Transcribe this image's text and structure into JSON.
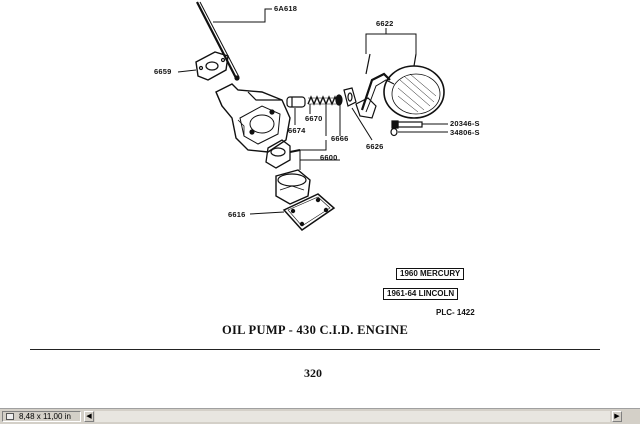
{
  "diagram": {
    "part_labels": {
      "p6A618": "6A618",
      "p6659": "6659",
      "p6622": "6622",
      "p6670": "6670",
      "p6674": "6674",
      "p6666": "6666",
      "p6600": "6600",
      "p6626": "6626",
      "p20346": "20346-S",
      "p34806": "34806-S",
      "p6616": "6616"
    },
    "applications": [
      "1960 MERCURY",
      "1961-64 LINCOLN"
    ],
    "plc": "PLC- 1422",
    "caption": "OIL PUMP - 430 C.I.D. ENGINE",
    "page_number": "320"
  },
  "statusbar": {
    "page_size": "8,48 x 11,00 in",
    "scroll_left_glyph": "◀",
    "scroll_right_glyph": "▶",
    "nav_left_glyph": "◀",
    "icons": {
      "page_size": "page-icon"
    },
    "colors": {
      "bar": "#d4d0c8"
    }
  }
}
